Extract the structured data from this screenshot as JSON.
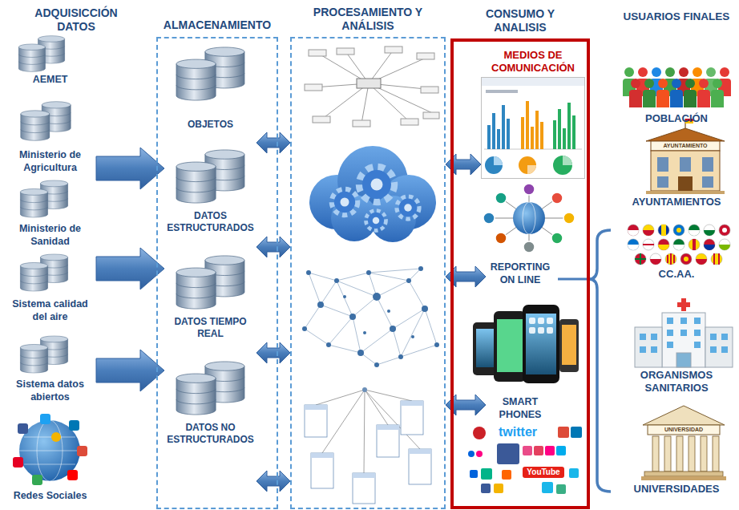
{
  "diagram": {
    "nodes": [
      {
        "text": [
          "AEMET"
        ]
      },
      {
        "text": [
          "Ministerio de Agricultura"
        ]
      },
      {
        "text": [
          "Ministerio de Sanidad"
        ]
      },
      {
        "text": [
          "Sistema calidad del aire"
        ]
      },
      {
        "text": [
          "Sistema datos abiertos"
        ]
      },
      {
        "text": [
          "Redes Sociales"
        ]
      },
      {
        "text": [
          "ALMACENAMIENTO"
        ]
      },
      {
        "text": [
          "OBJETOS"
        ],
        "in": 6
      },
      {
        "text": [
          "DATOS ESTRUCTURADOS"
        ],
        "in": 6
      },
      {
        "text": [
          "DATOS TIEMPO REAL"
        ],
        "in": 6
      },
      {
        "text": [
          "DATOS NO ESTRUCTURADOS"
        ],
        "in": 6
      },
      {
        "text": [
          "PROCESAMIENTO Y ANÁLISIS"
        ]
      },
      {
        "text": [
          "CONSUMO Y ANALISIS"
        ]
      },
      {
        "text": [
          "MEDIOS DE COMUNICACIÓN"
        ],
        "in": 12
      },
      {
        "text": [
          "REPORTING ON LINE"
        ],
        "in": 12
      },
      {
        "text": [
          "SMART PHONES"
        ],
        "in": 12
      },
      {
        "text": [
          "POBLACIÓN"
        ]
      },
      {
        "text": [
          "AYUNTAMIENTOS"
        ]
      },
      {
        "text": [
          "CC.AA."
        ]
      },
      {
        "text": [
          "ORGANISMOS SANITARIOS"
        ]
      },
      {
        "text": [
          "UNIVERSIDADES"
        ]
      }
    ],
    "edges": [
      {
        "from": 1,
        "to": 8,
        "arrow": "to"
      },
      {
        "from": 3,
        "to": 9,
        "arrow": "to"
      },
      {
        "from": 4,
        "to": 10,
        "arrow": "to"
      },
      {
        "from": 7,
        "to": 11,
        "arrow": "both"
      },
      {
        "from": 8,
        "to": 11,
        "arrow": "both"
      },
      {
        "from": 9,
        "to": 11,
        "arrow": "both"
      },
      {
        "from": 10,
        "to": 11,
        "arrow": "both"
      },
      {
        "from": 11,
        "to": 13,
        "arrow": "both"
      },
      {
        "from": 11,
        "to": 14,
        "arrow": "both"
      },
      {
        "from": 11,
        "to": 15,
        "arrow": "both"
      }
    ],
    "labels": [
      "ADQUISICCIÓN DATOS",
      "USUARIOS FINALES",
      "AYUNTAMIENTO",
      "UNIVERSIDAD",
      "twitter",
      "YouTube"
    ]
  }
}
